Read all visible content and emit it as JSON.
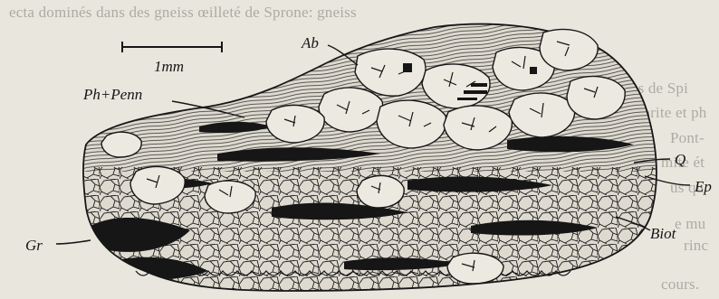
{
  "bleed_through": {
    "top_line": "ecta dominés dans des gneiss œilleté de Sprone: gneiss",
    "lines_right": [
      "des gneiss de Spi",
      "chlorite et ph",
      "Pont-",
      "mite ét",
      "us qu",
      "e mu",
      "rinc"
    ],
    "bottom_line": "cours."
  },
  "scale_bar": {
    "label": "1mm"
  },
  "labels": {
    "ab": "Ab",
    "ph_penn": "Ph+Penn",
    "q": "Q",
    "ep": "Ep",
    "biot": "Biot",
    "gr": "Gr"
  },
  "colors": {
    "paper": "#e9e6de",
    "ink": "#161616",
    "bleed": "#7c7a74"
  }
}
